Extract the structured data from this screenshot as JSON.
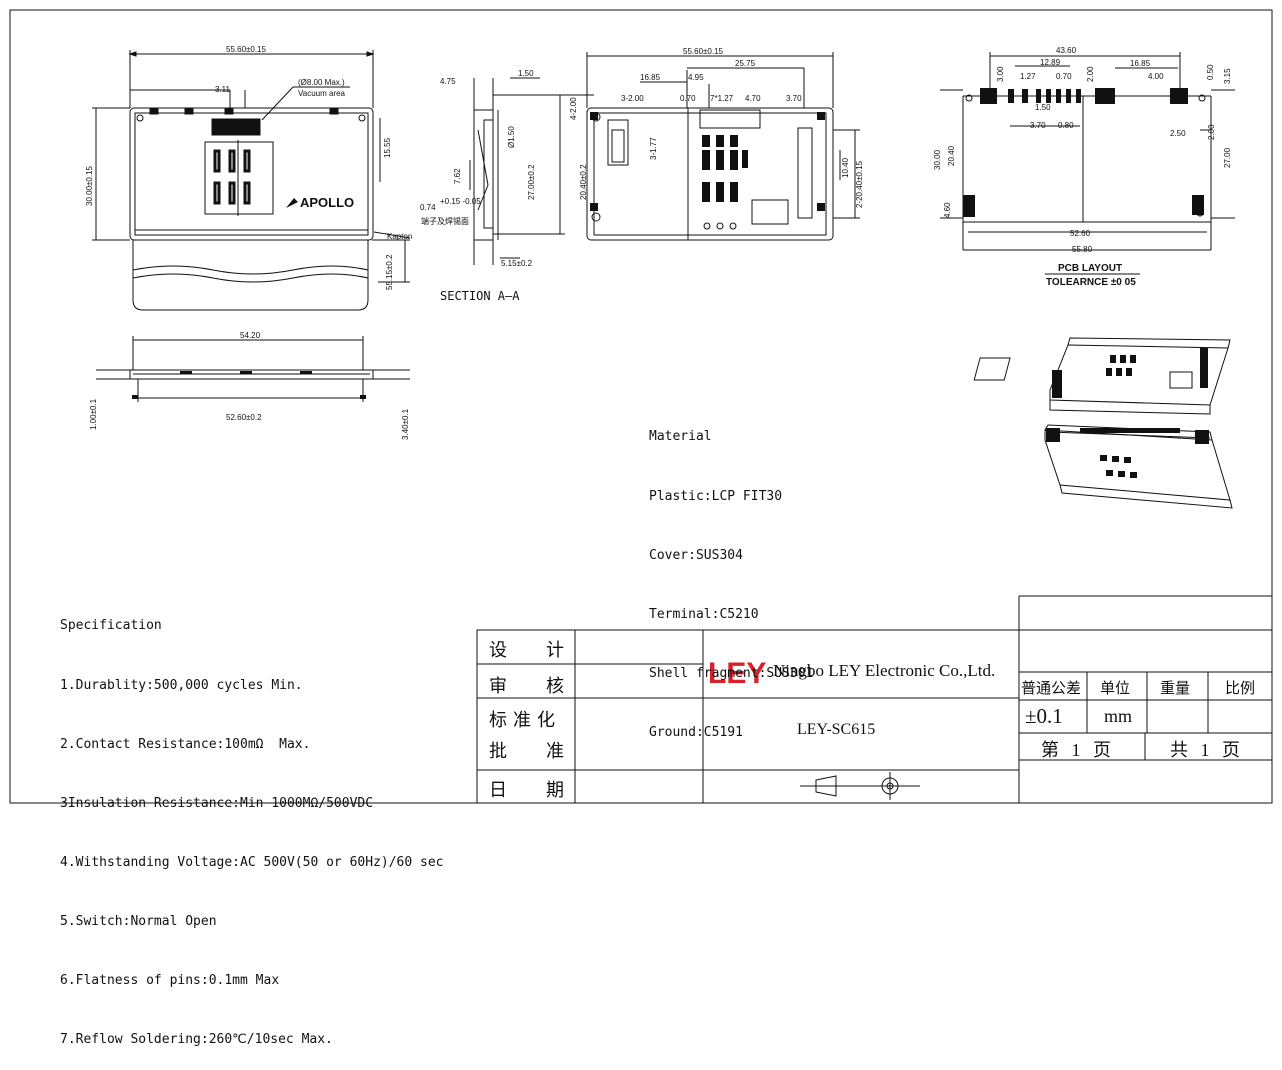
{
  "front_view": {
    "width_dim": "55.60±0.15",
    "height_dim": "30.00±0.15",
    "pitch_dim": "3.11",
    "vacuum_dim": "(Ø8.00 Max.)",
    "vacuum_label": "Vacuum area",
    "side_dim": "15.55",
    "depth_dim": "55.15±0.2",
    "logo": "APOLLO",
    "kapton": "Kapton"
  },
  "section_view": {
    "dim_top": "1.50",
    "dim_left": "4.75",
    "dim_hole": "Ø1.50",
    "dim_762": "7.62",
    "dim_027": "0.74",
    "dim_027_tol": "+0.15 -0.05",
    "dim_height": "27.00±0.2",
    "dim_bottom": "5.15±0.2",
    "cn_note": "端子及焊锡面",
    "title": "SECTION A—A"
  },
  "bottom_view": {
    "width_dim": "55.60±0.15",
    "d1685": "16.85",
    "d495": "4.95",
    "d2575": "25.75",
    "d3200": "3-2.00",
    "d070": "0.70",
    "d127": "7*1.27",
    "d470": "4.70",
    "d370": "3.70",
    "d4200": "4-2.00",
    "d2040a": "20.40±0.2",
    "d1040": "10.40",
    "d2040b": "2-20.40±0.15",
    "d3177": "3-1.77"
  },
  "side_view": {
    "top_dim": "54.20",
    "bottom_dim": "52.60±0.2",
    "left_dim": "1.00±0.1",
    "right_dim": "3.40±0.1"
  },
  "pcb_layout": {
    "d4360": "43.60",
    "d1289": "12.89",
    "d1685": "16.85",
    "d300": "3.00",
    "d127": "1.27",
    "d070": "0.70",
    "d200": "2.00",
    "d400": "4.00",
    "d050": "0.50",
    "d315": "3.15",
    "d150": "1.50",
    "d370": "3.70",
    "d080": "0.80",
    "d250": "2.50",
    "d200b": "2.00",
    "d3000": "30.00",
    "d2040": "20.40",
    "d2700": "27.00",
    "d460": "4.60",
    "d5260": "52.60",
    "d5580": "55.80",
    "title": "PCB LAYOUT",
    "tolerance": "TOLEARNCE ±0 05"
  },
  "material": {
    "heading": "Material",
    "lines": [
      "Plastic:LCP FIT30",
      "Cover:SUS304",
      "Terminal:C5210",
      "Shell fragment:SUS301",
      "Ground:C5191"
    ]
  },
  "specification": {
    "heading": "Specification",
    "lines": [
      "1.Durablity:500,000 cycles Min.",
      "2.Contact Resistance:100mΩ  Max.",
      "3Insulation Resistance:Min 1000MΩ/500VDC",
      "4.Withstanding Voltage:AC 500V(50 or 60Hz)/60 sec",
      "5.Switch:Normal Open",
      "6.Flatness of pins:0.1mm Max",
      "7.Reflow Soldering:260℃/10sec Max."
    ]
  },
  "title_block": {
    "design": "设  计",
    "review": "审  核",
    "standardize": "标准化",
    "approve": "批  准",
    "date": "日  期",
    "logo": "LEY",
    "company": "Ningbo LEY Electronic Co.,Ltd.",
    "part_no": "LEY-SC615",
    "headers": [
      "普通公差",
      "单位",
      "重量",
      "比例"
    ],
    "tolerance": "±0.1",
    "unit": "mm",
    "page": "第 1 页",
    "total": "共 1 页"
  },
  "colors": {
    "line": "#111111",
    "logo_red": "#d9202a",
    "pad": "#111111"
  }
}
